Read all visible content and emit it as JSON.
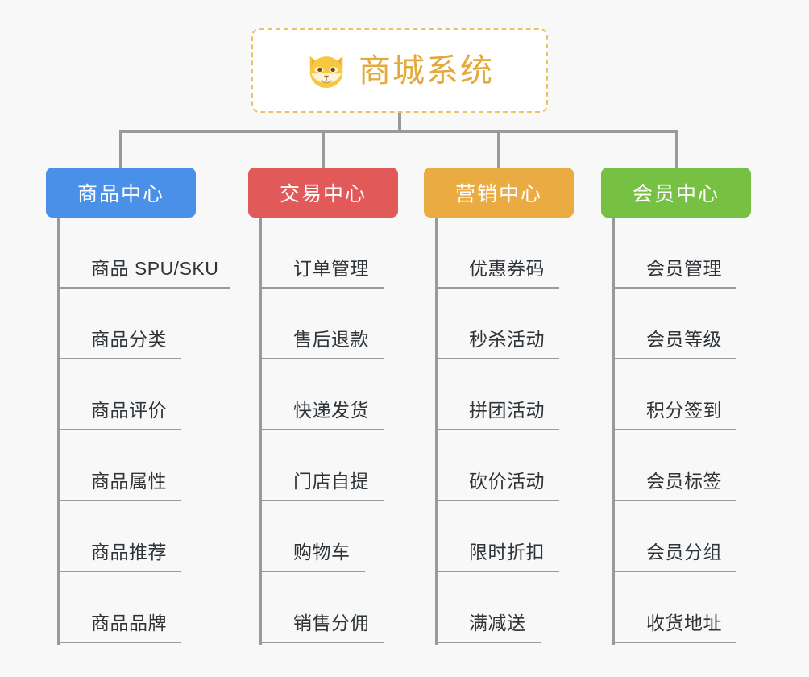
{
  "canvas": {
    "background_color": "#f8f8f8",
    "connector_color": "#9a9a9a"
  },
  "root": {
    "title": "商城系统",
    "icon": "shiba-dog-face-icon",
    "text_color": "#e3a93c",
    "border_color": "#edc06a",
    "background_color": "#ffffff"
  },
  "columns": [
    {
      "category": "商品中心",
      "color": "#4a90e8",
      "items": [
        "商品 SPU/SKU",
        "商品分类",
        "商品评价",
        "商品属性",
        "商品推荐",
        "商品品牌"
      ]
    },
    {
      "category": "交易中心",
      "color": "#e2595a",
      "items": [
        "订单管理",
        "售后退款",
        "快递发货",
        "门店自提",
        "购物车",
        "销售分佣"
      ]
    },
    {
      "category": "营销中心",
      "color": "#eaab42",
      "items": [
        "优惠券码",
        "秒杀活动",
        "拼团活动",
        "砍价活动",
        "限时折扣",
        "满减送"
      ]
    },
    {
      "category": "会员中心",
      "color": "#76c044",
      "items": [
        "会员管理",
        "会员等级",
        "积分签到",
        "会员标签",
        "会员分组",
        "收货地址"
      ]
    }
  ]
}
